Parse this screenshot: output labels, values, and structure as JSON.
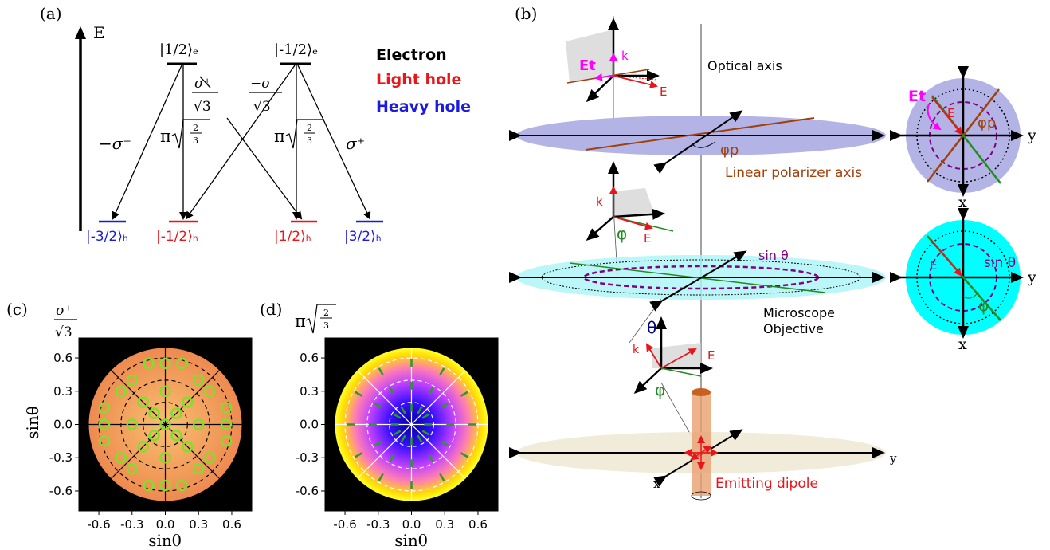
{
  "panel_labels": {
    "a": "(a)",
    "b": "(b)",
    "c": "(c)",
    "d": "(d)"
  },
  "panel_a": {
    "energy_axis_label": "E",
    "states": {
      "electron_up": "|1/2⟩ₑ",
      "electron_down": "|-1/2⟩ₑ",
      "hh_minus": "|-3/2⟩ₕ",
      "lh_minus": "|-1/2⟩ₕ",
      "lh_plus": "|1/2⟩ₕ",
      "hh_plus": "|3/2⟩ₕ"
    },
    "transitions": {
      "minus_sigma_minus": "−σ⁻",
      "sigma_plus_over_sqrt3": "σ⁺",
      "minus_sigma_minus_over_sqrt3": "−σ⁻",
      "sqrt3": "√3",
      "pi_sqrt": "π",
      "two_thirds_num": "2",
      "two_thirds_den": "3",
      "sigma_plus": "σ⁺"
    },
    "legend": {
      "electron": "Electron",
      "light_hole": "Light hole",
      "heavy_hole": "Heavy hole"
    },
    "colors": {
      "electron": "#000000",
      "light_hole": "#e8161a",
      "heavy_hole": "#1a1ae0"
    }
  },
  "panel_b": {
    "optical_axis": "Optical axis",
    "linear_polarizer_axis": "Linear polarizer axis",
    "phi_p": "φp",
    "microscope_objective_1": "Microscope",
    "microscope_objective_2": "Objective",
    "emitting_dipole": "Emitting dipole",
    "sin_theta": "sin θ",
    "theta": "θ",
    "phi": "φ",
    "vec_E": "E",
    "vec_k": "k",
    "vec_Et": "Et",
    "axis_x": "x",
    "axis_y": "y",
    "colors": {
      "polarizer": "#b3b3e6",
      "objective": "#00ffff",
      "dipole": "#e8a070",
      "polarizer_axis": "#a0400a",
      "magenta": "#ff00ff",
      "purple": "#800080",
      "green": "#228b22"
    }
  },
  "panel_c": {
    "title_num": "σ⁺",
    "title_den": "√3",
    "xlabel": "sinθ",
    "ylabel": "sinθ",
    "ticks": [
      "-0.6",
      "-0.3",
      "0.0",
      "0.3",
      "0.6"
    ]
  },
  "panel_d": {
    "title_pi": "π",
    "title_num": "2",
    "title_den": "3",
    "xlabel": "sinθ",
    "ticks": [
      "-0.6",
      "-0.3",
      "0.0",
      "0.3",
      "0.6"
    ]
  },
  "chart_data": [
    {
      "type": "heatmap",
      "title": "σ⁺/√3",
      "xlabel": "sinθ",
      "ylabel": "sinθ",
      "xlim": [
        -0.78,
        0.78
      ],
      "ylim": [
        -0.78,
        0.78
      ],
      "xticks": [
        -0.6,
        -0.3,
        0.0,
        0.3,
        0.6
      ],
      "yticks": [
        -0.6,
        -0.3,
        0.0,
        0.3,
        0.6
      ],
      "disk_radius": 0.69,
      "dashed_circle_radii": [
        0.2,
        0.4,
        0.6
      ],
      "polarization": "circular",
      "markers": [
        {
          "x": 0.0,
          "y": 0.0
        },
        {
          "x": 0.1,
          "y": 0.1
        },
        {
          "x": -0.1,
          "y": 0.1
        },
        {
          "x": 0.1,
          "y": -0.1
        },
        {
          "x": -0.1,
          "y": -0.1
        },
        {
          "x": 0.0,
          "y": 0.3
        },
        {
          "x": 0.0,
          "y": -0.3
        },
        {
          "x": 0.3,
          "y": 0.0
        },
        {
          "x": -0.3,
          "y": 0.0
        },
        {
          "x": 0.2,
          "y": 0.2
        },
        {
          "x": -0.2,
          "y": 0.2
        },
        {
          "x": 0.2,
          "y": -0.2
        },
        {
          "x": -0.2,
          "y": -0.2
        },
        {
          "x": 0.0,
          "y": 0.55
        },
        {
          "x": 0.0,
          "y": -0.55
        },
        {
          "x": 0.55,
          "y": 0.0
        },
        {
          "x": -0.55,
          "y": 0.0
        },
        {
          "x": 0.3,
          "y": 0.4
        },
        {
          "x": -0.3,
          "y": 0.4
        },
        {
          "x": 0.3,
          "y": -0.4
        },
        {
          "x": -0.3,
          "y": -0.4
        },
        {
          "x": 0.4,
          "y": 0.3
        },
        {
          "x": -0.4,
          "y": 0.3
        },
        {
          "x": 0.4,
          "y": -0.3
        },
        {
          "x": -0.4,
          "y": -0.3
        },
        {
          "x": 0.15,
          "y": 0.55
        },
        {
          "x": -0.15,
          "y": 0.55
        },
        {
          "x": 0.15,
          "y": -0.55
        },
        {
          "x": -0.15,
          "y": -0.55
        },
        {
          "x": 0.55,
          "y": 0.15
        },
        {
          "x": -0.55,
          "y": 0.15
        },
        {
          "x": 0.55,
          "y": -0.15
        },
        {
          "x": -0.55,
          "y": -0.15
        }
      ],
      "colors": {
        "background": "#000000",
        "disk": "#f2a05a",
        "marker": "#7ee02a"
      }
    },
    {
      "type": "heatmap",
      "title": "π√(2/3)",
      "xlabel": "sinθ",
      "ylabel": "",
      "xlim": [
        -0.78,
        0.78
      ],
      "ylim": [
        -0.78,
        0.78
      ],
      "xticks": [
        -0.6,
        -0.3,
        0.0,
        0.3,
        0.6
      ],
      "yticks": [
        -0.6,
        -0.3,
        0.0,
        0.3,
        0.6
      ],
      "disk_radius": 0.69,
      "dashed_circle_radii": [
        0.2,
        0.4,
        0.6
      ],
      "polarization": "radial",
      "dash_radii": [
        0.15,
        0.35,
        0.55
      ],
      "dash_angles_deg": [
        0,
        30,
        60,
        90,
        120,
        150,
        180,
        210,
        240,
        270,
        300,
        330
      ],
      "colors": {
        "background": "#000000",
        "center": "#1a00c8",
        "mid": "#ff66cc",
        "edge": "#ffff00",
        "marker": "#2a9a2a"
      }
    }
  ]
}
